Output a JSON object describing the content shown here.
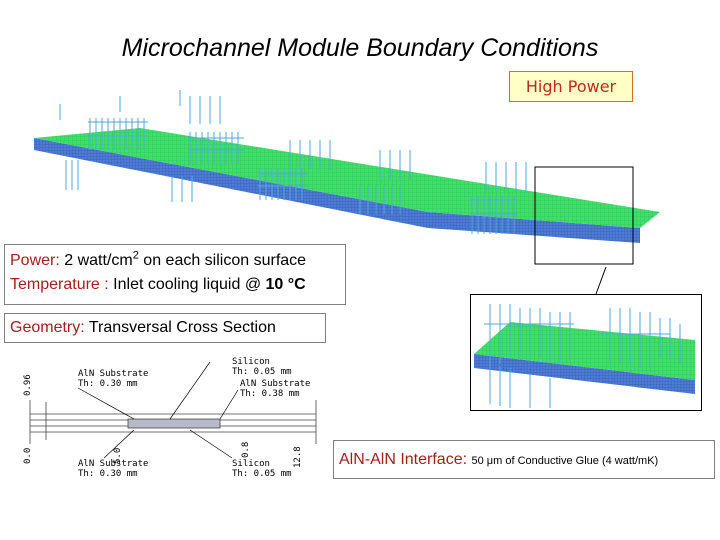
{
  "title": "Microchannel Module Boundary Conditions",
  "badge": "High Power",
  "power_note": {
    "power_label": "Power:",
    "power_value": "2 watt/cm",
    "power_exp": "2",
    "power_rest": "on each silicon surface",
    "temp_label": "Temperature :",
    "temp_text": "Inlet cooling liquid @",
    "temp_value": "10 °C"
  },
  "geometry_note": {
    "label": "Geometry:",
    "text": "Transversal Cross Section"
  },
  "interface_note": {
    "label": "AlN-AlN Interface:",
    "text": "50 μm of Conductive Glue (4 watt/mK)"
  },
  "cross_section": {
    "labels": {
      "silicon_top": "Silicon",
      "silicon_top_th": "Th: 0.05 mm",
      "aln_top_left": "AlN Substrate",
      "aln_top_left_th": "Th: 0.30 mm",
      "aln_right": "AlN Substrate",
      "aln_right_th": "Th: 0.38 mm",
      "aln_bottom": "AlN Substrate",
      "aln_bottom_th": "Th: 0.30 mm",
      "silicon_bottom": "Silicon",
      "silicon_bottom_th": "Th: 0.05 mm"
    },
    "dims": {
      "d1": "0.96",
      "d2": "0.0",
      "d3": "5.0",
      "d4": "0.8",
      "d5": "12.8"
    }
  },
  "colors": {
    "mesh_green": "#3fe06a",
    "mesh_blue": "#4d7bd6",
    "constraint_blue": "#4fa8d8",
    "label_red": "#a0201c",
    "badge_bg": "#ffffc6",
    "badge_text": "#c0281c"
  }
}
